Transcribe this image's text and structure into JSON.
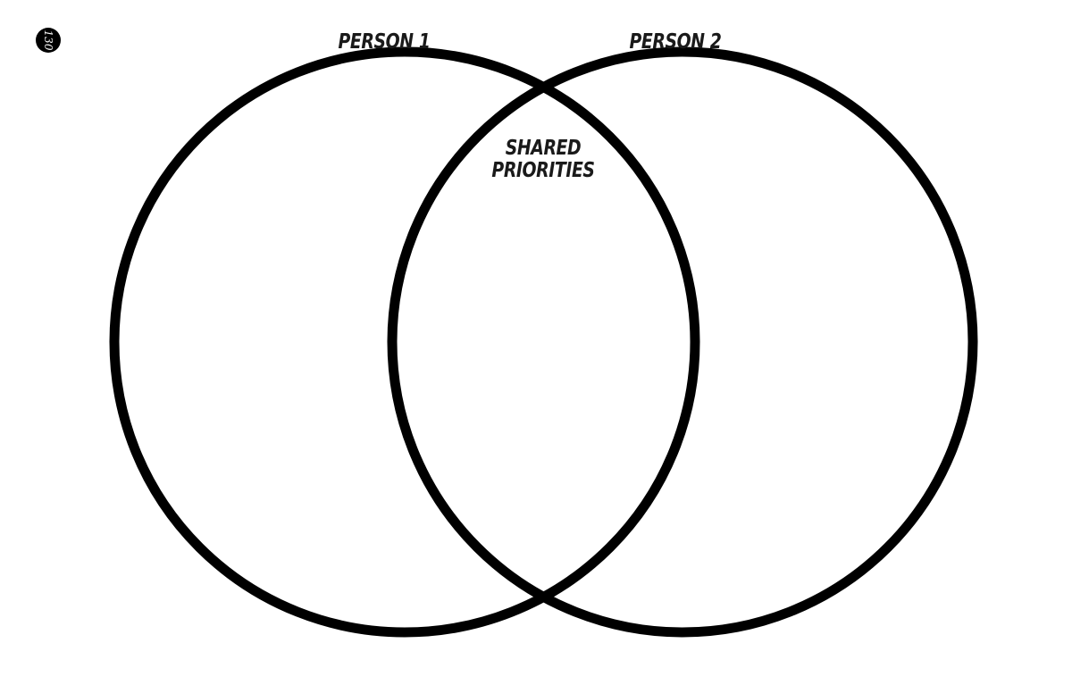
{
  "page": {
    "number": "130"
  },
  "diagram": {
    "type": "venn",
    "sets": [
      {
        "label": "PERSON 1"
      },
      {
        "label": "PERSON 2"
      }
    ],
    "intersection": {
      "label_line1": "SHARED",
      "label_line2": "PRIORITIES"
    },
    "stroke_color": "#000000",
    "text_color": "#1a1a1a"
  }
}
